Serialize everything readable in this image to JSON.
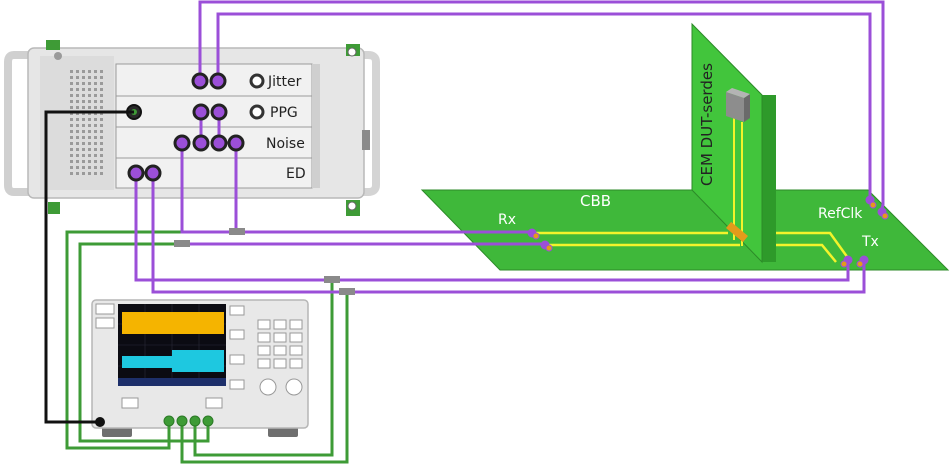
{
  "instrument": {
    "modules": [
      {
        "label": "Jitter"
      },
      {
        "label": "PPG"
      },
      {
        "label": "Noise"
      },
      {
        "label": "ED"
      }
    ]
  },
  "board": {
    "label": "CBB",
    "rx_label": "Rx",
    "tx_label": "Tx",
    "refclk_label": "RefClk"
  },
  "dut": {
    "label": "CEM DUT-serdes"
  },
  "colors": {
    "signal_cable": "#9b4fd8",
    "scope_cable": "#3e9b36",
    "clock_cable": "#111111",
    "board": "#3fb83a",
    "trace": "#f3f32b",
    "scope_yellow": "#f5b400",
    "scope_cyan": "#1ec8e0"
  }
}
